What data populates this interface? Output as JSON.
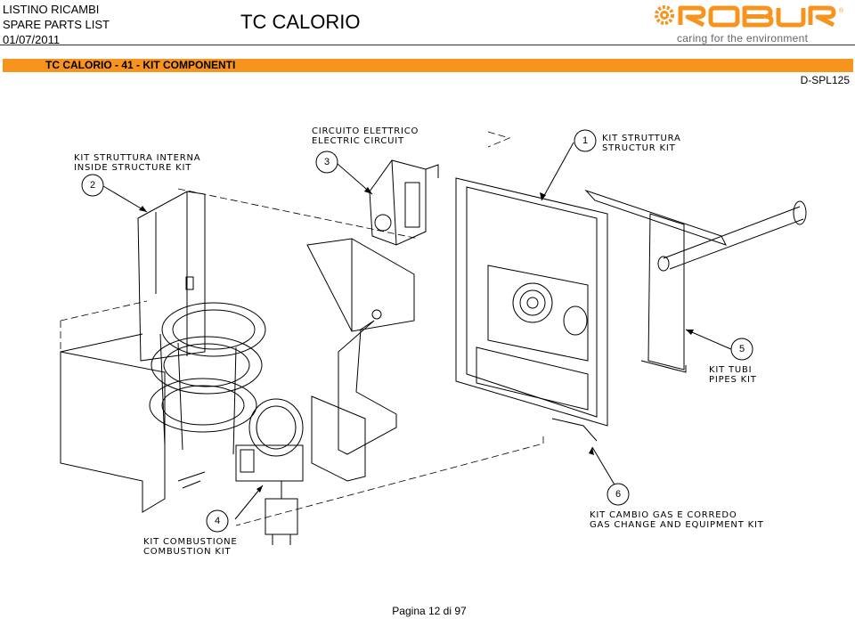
{
  "header": {
    "line1": "LISTINO RICAMBI",
    "line2": "SPARE PARTS LIST",
    "date": "01/07/2011",
    "title": "TC CALORIO",
    "brand": "ROBUR",
    "tagline": "caring for the environment"
  },
  "section": {
    "title": "TC CALORIO - 41 - KIT COMPONENTI",
    "doc_ref": "D-SPL125"
  },
  "callouts": [
    {
      "number": "1",
      "label_it": "KIT STRUTTURA",
      "label_en": "STRUCTUR KIT"
    },
    {
      "number": "2",
      "label_it": "KIT STRUTTURA INTERNA",
      "label_en": "INSIDE STRUCTURE KIT"
    },
    {
      "number": "3",
      "label_it": "CIRCUITO ELETTRICO",
      "label_en": "ELECTRIC CIRCUIT"
    },
    {
      "number": "4",
      "label_it": "KIT COMBUSTIONE",
      "label_en": "COMBUSTION KIT"
    },
    {
      "number": "5",
      "label_it": "KIT TUBI",
      "label_en": "PIPES KIT"
    },
    {
      "number": "6",
      "label_it": "KIT CAMBIO GAS E CORREDO",
      "label_en": "GAS CHANGE AND EQUIPMENT KIT"
    }
  ],
  "colors": {
    "accent_bar": "#f7941d",
    "brand_orange": "#f7941d"
  },
  "footer": {
    "page_label": "Pagina 12 di 97"
  }
}
